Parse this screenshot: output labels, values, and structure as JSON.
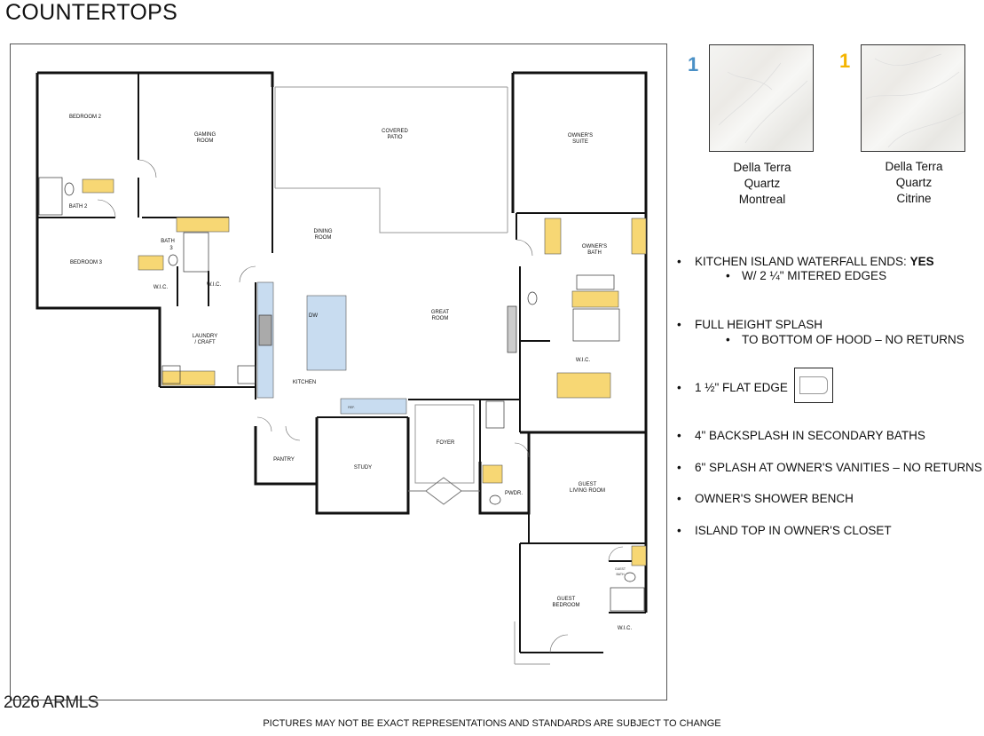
{
  "page_title": "COUNTERTOPS",
  "swatches": [
    {
      "number": "1",
      "color": "#4a90c6",
      "label_line1": "Della Terra",
      "label_line2": "Quartz",
      "label_line3": "Montreal"
    },
    {
      "number": "1",
      "color": "#f4b400",
      "label_line1": "Della Terra",
      "label_line2": "Quartz",
      "label_line3": "Citrine"
    }
  ],
  "notes": {
    "n1": "KITCHEN ISLAND WATERFALL ENDS:",
    "n1_value": "YES",
    "n1_sub": "W/ 2 ¼\" MITERED EDGES",
    "n2": "FULL HEIGHT SPLASH",
    "n2_sub": "TO BOTTOM OF HOOD – NO RETURNS",
    "n3": "1 ½\" FLAT EDGE",
    "n4": "4\" BACKSPLASH IN SECONDARY BATHS",
    "n5": "6\" SPLASH AT OWNER'S VANITIES – NO RETURNS",
    "n6": "OWNER'S SHOWER BENCH",
    "n7": "ISLAND TOP IN OWNER'S CLOSET"
  },
  "bullet": "•",
  "rooms": {
    "bedroom2": "BEDROOM 2",
    "gaming_line1": "GAMING",
    "gaming_line2": "ROOM",
    "covered_line1": "COVERED",
    "covered_line2": "PATIO",
    "owners_suite_line1": "OWNER'S",
    "owners_suite_line2": "SUITE",
    "bath2": "BATH 2",
    "dining_line1": "DINING",
    "dining_line2": "ROOM",
    "owners_bath_line1": "OWNER'S",
    "owners_bath_line2": "BATH",
    "bath3_line1": "BATH",
    "bath3_line2": "3",
    "bedroom3": "BEDROOM 3",
    "wic": "W.I.C.",
    "great_line1": "GREAT",
    "great_line2": "ROOM",
    "dw": "DW",
    "laundry_line1": "LAUNDRY",
    "laundry_line2": "/ CRAFT",
    "kitchen": "KITCHEN",
    "ref": "REF.",
    "foyer": "FOYER",
    "pantry": "PANTRY",
    "study": "STUDY",
    "pwdr": "PWDR.",
    "guest_living_line1": "GUEST",
    "guest_living_line2": "LIVING ROOM",
    "guest_bath_line1": "GUEST",
    "guest_bath_line2": "BATH",
    "guest_bedroom_line1": "GUEST",
    "guest_bedroom_line2": "BEDROOM"
  },
  "colors": {
    "blue_counter": "#c8dcf0",
    "gold_counter": "#f7d774",
    "wall": "#111111"
  },
  "copyright": "2026 ARMLS",
  "disclaimer": "PICTURES MAY NOT BE EXACT REPRESENTATIONS AND STANDARDS ARE SUBJECT TO CHANGE"
}
